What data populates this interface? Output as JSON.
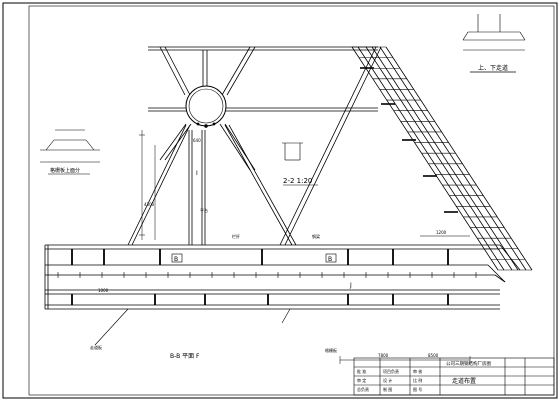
{
  "labels": {
    "section_title": "2-2 1:20",
    "plan_title": "B-B 平面 F",
    "stair_title": "上、下走道",
    "ring_title": "格栅板上面分",
    "mark_b": "B",
    "mark_i": "I",
    "mark_j": "J"
  },
  "title_block": {
    "company": "公司三期钢结构厂房图",
    "drawing_name": "走道布置",
    "rows": [
      [
        "批 准",
        "项目负责",
        "审 核",
        ""
      ],
      [
        "审 定",
        "设 计",
        "比 例",
        ""
      ],
      [
        "总负责",
        "制 图",
        "图 号",
        ""
      ]
    ]
  },
  "dims": {
    "d1": "640",
    "d2": "4300",
    "d3": "1200",
    "d4": "7800",
    "d5": "1000",
    "d6": "8500"
  },
  "notes": {
    "n1": "栏杆",
    "n2": "钢梁",
    "n3": "平台",
    "n4": "走道板",
    "n5": "格栅板"
  }
}
